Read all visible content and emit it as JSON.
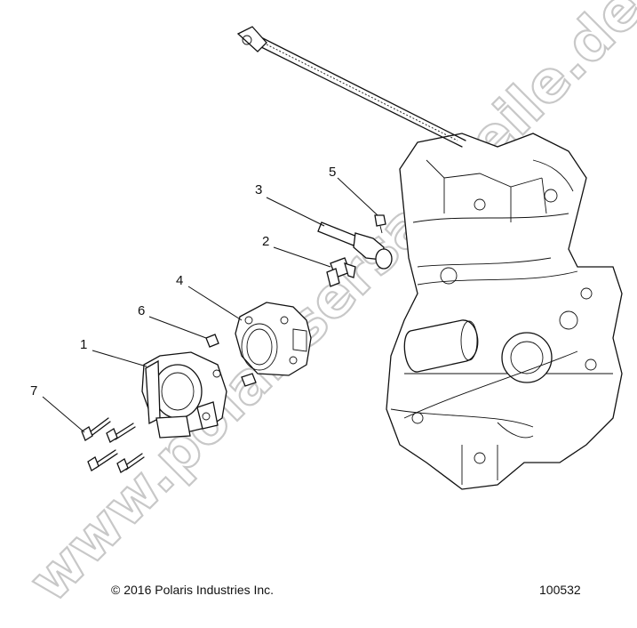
{
  "watermark": "www.polarisersatzteile.de",
  "callouts": [
    {
      "id": "1",
      "label": "1"
    },
    {
      "id": "2",
      "label": "2"
    },
    {
      "id": "3",
      "label": "3"
    },
    {
      "id": "4",
      "label": "4"
    },
    {
      "id": "5",
      "label": "5"
    },
    {
      "id": "6",
      "label": "6"
    },
    {
      "id": "7",
      "label": "7"
    }
  ],
  "footer": {
    "copyright": "© 2016 Polaris Industries Inc.",
    "figure_id": "100532"
  }
}
